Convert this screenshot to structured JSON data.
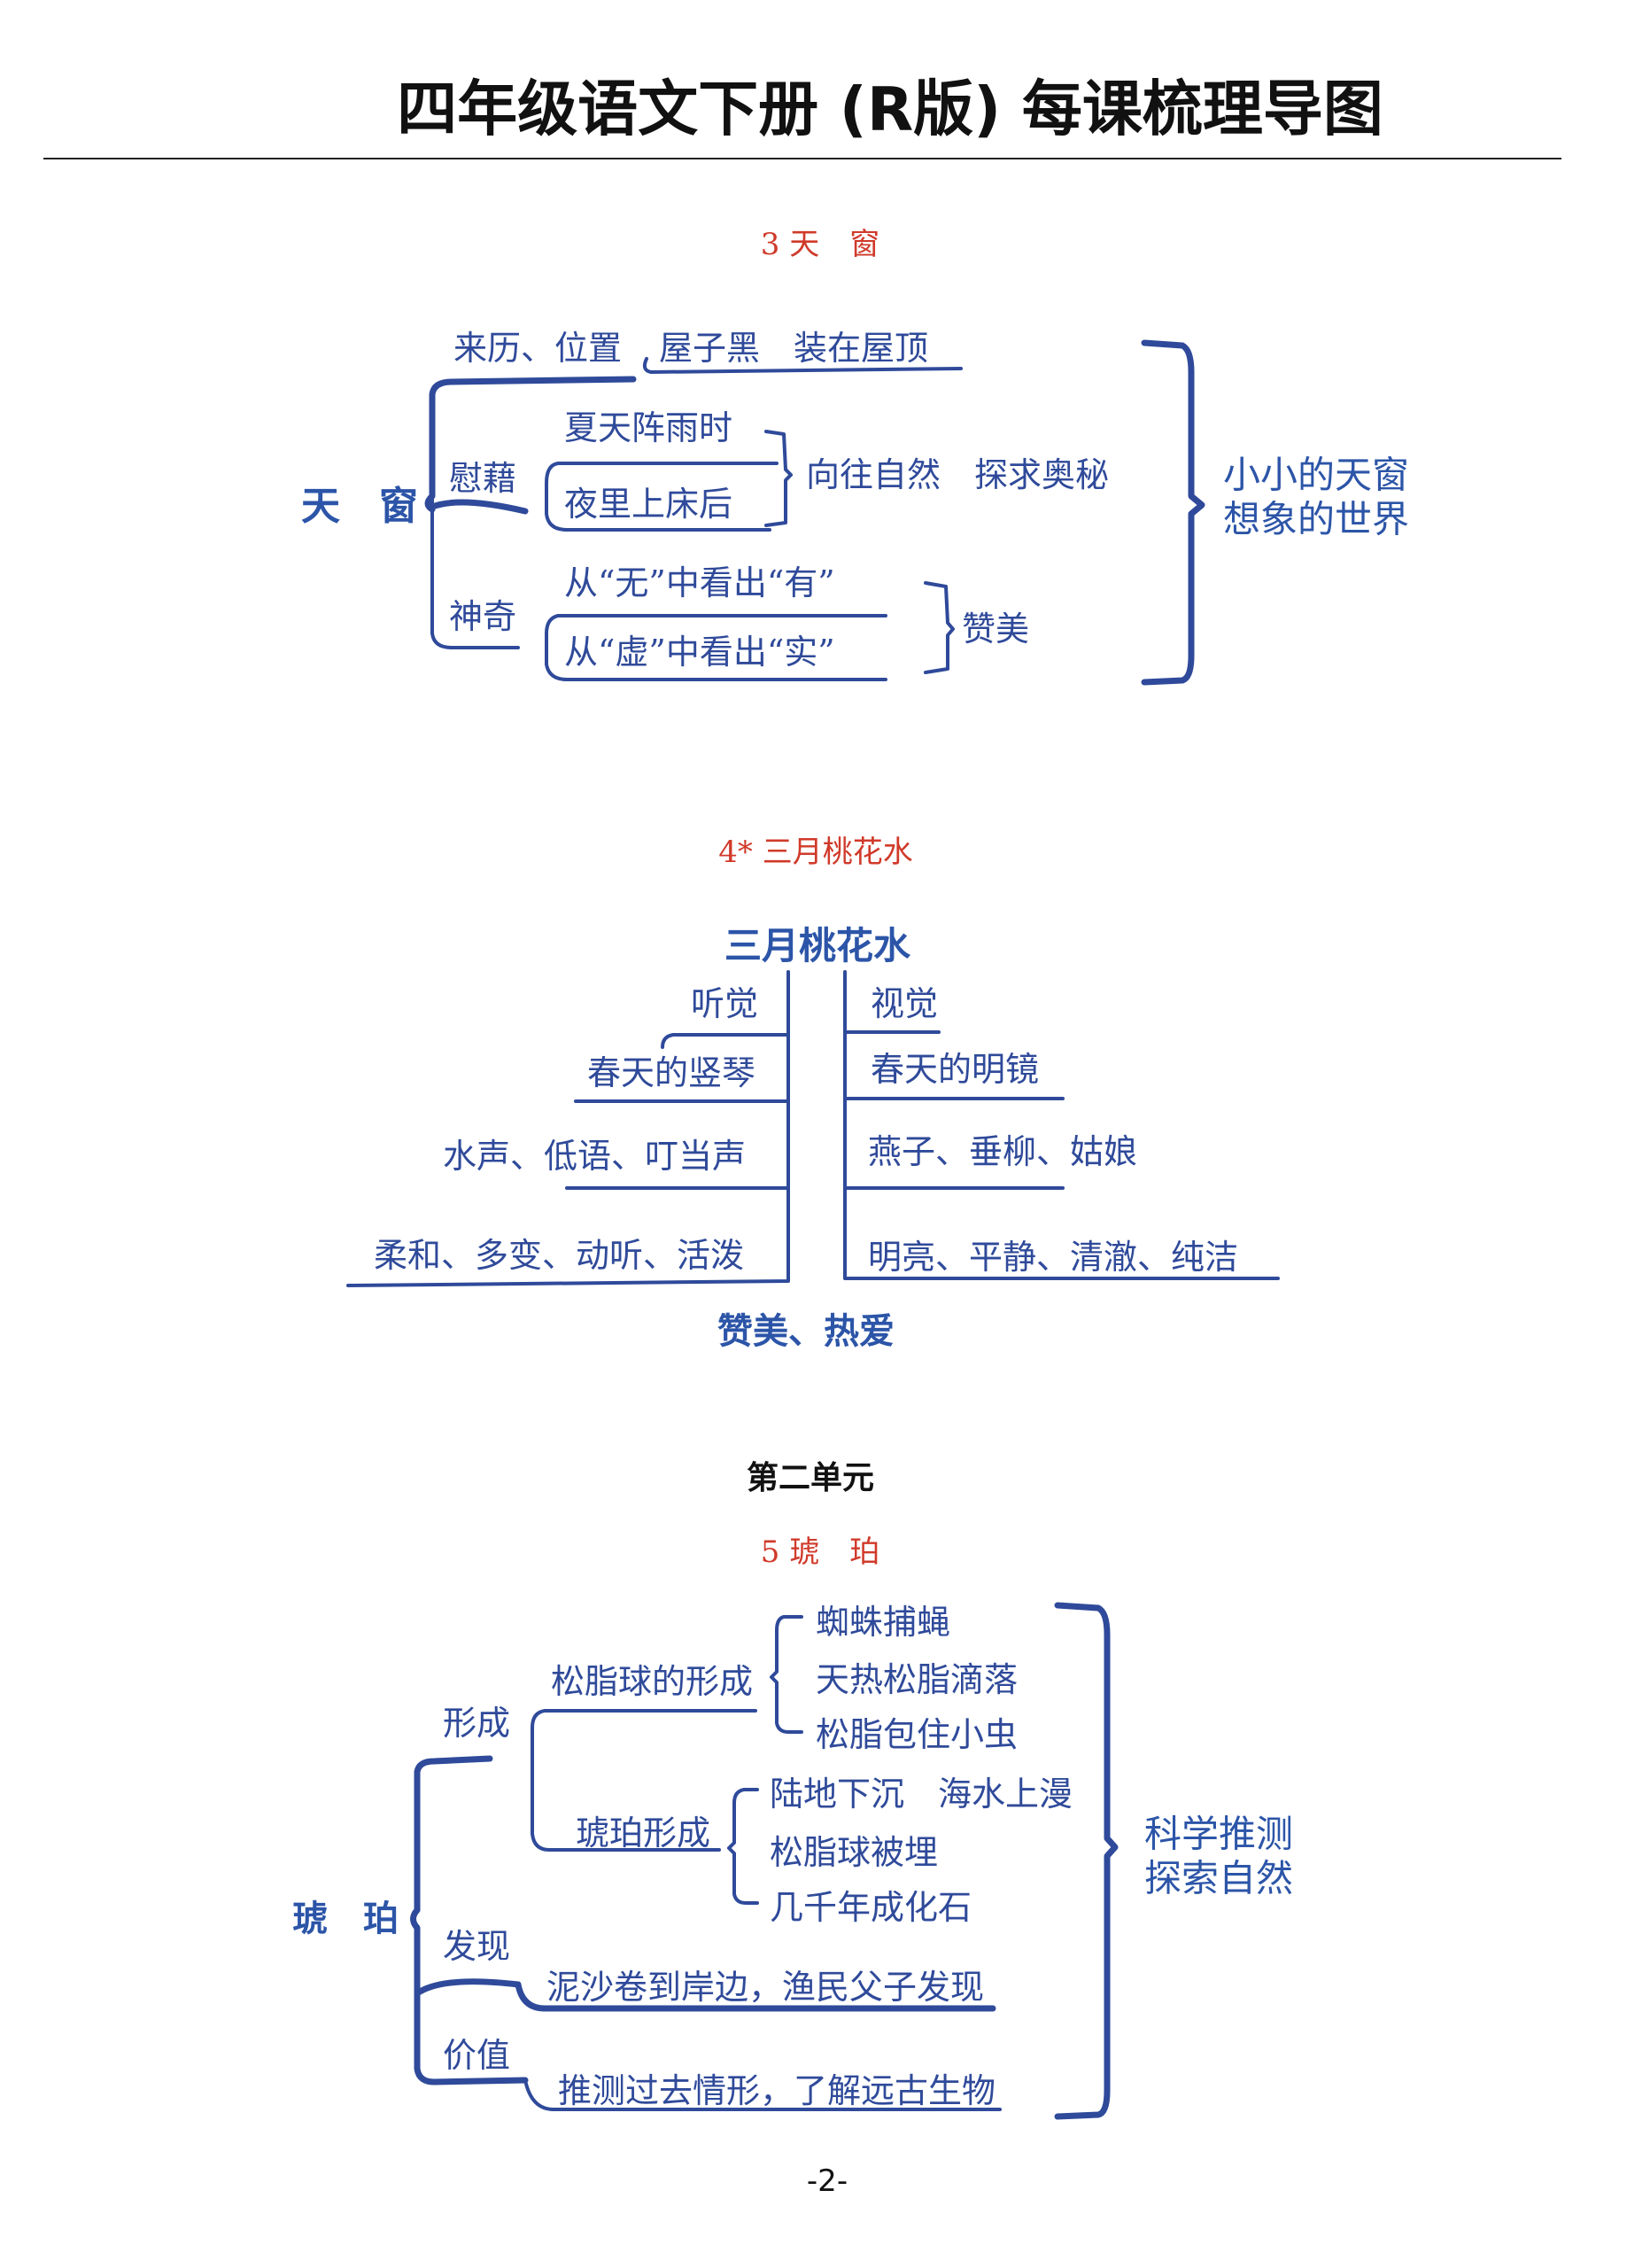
{
  "header": {
    "title": "四年级语文下册 (R版) 每课梳理导图"
  },
  "lesson3": {
    "heading": "3 天　窗",
    "root": "天　窗",
    "branch_origin": "来历、位置",
    "branch_origin_detail": "屋子黑　装在屋顶",
    "branch_comfort": "慰藉",
    "comfort_items": [
      "夏天阵雨时",
      "夜里上床后"
    ],
    "comfort_result": "向往自然　探求奥秘",
    "branch_magic": "神奇",
    "magic_items": [
      "从“无”中看出“有”",
      "从“虚”中看出“实”"
    ],
    "magic_result": "赞美",
    "summary": [
      "小小的天窗",
      "想象的世界"
    ]
  },
  "lesson4": {
    "heading": "4*  三月桃花水",
    "root": "三月桃花水",
    "left": {
      "sense": "听觉",
      "metaphor": "春天的竖琴",
      "content": "水声、低语、叮当声",
      "traits": "柔和、多变、动听、活泼"
    },
    "right": {
      "sense": "视觉",
      "metaphor": "春天的明镜",
      "content": "燕子、垂柳、姑娘",
      "traits": "明亮、平静、清澈、纯洁"
    },
    "summary": "赞美、热爱"
  },
  "unit": {
    "title": "第二单元"
  },
  "lesson5": {
    "heading": "5 琥　珀",
    "root": "琥　珀",
    "branch_formation": "形成",
    "resin_ball": "松脂球的形成",
    "resin_items": [
      "蜘蛛捕蝇",
      "天热松脂滴落",
      "松脂包住小虫"
    ],
    "amber_formation": "琥珀形成",
    "amber_items": [
      "陆地下沉　海水上漫",
      "松脂球被埋",
      "几千年成化石"
    ],
    "branch_discovery": "发现",
    "discovery_detail": "泥沙卷到岸边，渔民父子发现",
    "branch_value": "价值",
    "value_detail": "推测过去情形，了解远古生物",
    "summary": [
      "科学推测",
      "探索自然"
    ]
  },
  "footer": {
    "page_number": "-2-"
  },
  "colors": {
    "ink": "#2f4a9a",
    "root": "#2c55a8",
    "heading": "#d03a2a"
  }
}
